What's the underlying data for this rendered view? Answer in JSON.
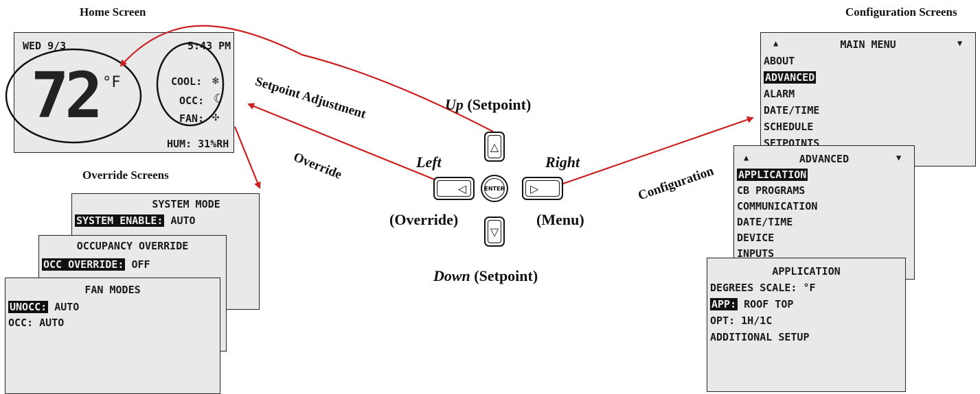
{
  "titles": {
    "home": "Home Screen",
    "config": "Configuration Screens",
    "override": "Override Screens"
  },
  "home_screen": {
    "date": "WED 9/3",
    "time": "5:43 PM",
    "temp": "72",
    "unit": "°F",
    "cool": "COOL:",
    "occ": "OCC:",
    "fan": "FAN:",
    "hum": "HUM: 31%RH",
    "icons": [
      "snowflake-icon",
      "moon-icon",
      "fan-icon"
    ]
  },
  "override_screens": {
    "system_mode": {
      "title": "SYSTEM MODE",
      "label": "SYSTEM ENABLE:",
      "value": "AUTO"
    },
    "occupancy": {
      "title": "OCCUPANCY OVERRIDE",
      "label": "OCC OVERRIDE:",
      "value": "OFF"
    },
    "fan_modes": {
      "title": "FAN MODES",
      "unocc_label": "UNOCC:",
      "unocc_value": "AUTO",
      "occ_line": "OCC: AUTO"
    }
  },
  "keypad": {
    "up_italic": "Up",
    "up_rest": "(Setpoint)",
    "down_italic": "Down",
    "down_rest": "(Setpoint)",
    "left": "Left",
    "left_sub": "(Override)",
    "right": "Right",
    "right_sub": "(Menu)",
    "enter": "ENTER",
    "up_arrow": "△",
    "down_arrow": "▽",
    "left_arrow": "◁",
    "right_arrow": "▷"
  },
  "arrow_labels": {
    "setpoint": "Setpoint Adjustment",
    "override": "Override",
    "configuration": "Configuration"
  },
  "main_menu": {
    "title": "MAIN MENU",
    "up": "▲",
    "down": "▼",
    "items": [
      "ABOUT",
      "ADVANCED",
      "ALARM",
      "DATE/TIME",
      "SCHEDULE",
      "SETPOINTS"
    ]
  },
  "advanced_menu": {
    "title": "ADVANCED",
    "up": "▲",
    "down": "▼",
    "items": [
      "APPLICATION",
      "CB PROGRAMS",
      "COMMUNICATION",
      "DATE/TIME",
      "DEVICE",
      "INPUTS"
    ]
  },
  "application_menu": {
    "title": "APPLICATION",
    "degrees": "DEGREES SCALE: °F",
    "app_label": "APP:",
    "app_value": "ROOF TOP",
    "opt": "OPT: 1H/1C",
    "additional": "ADDITIONAL SETUP"
  },
  "colors": {
    "arrow": "#cc1f1f",
    "screen": "#e9e9e9"
  }
}
